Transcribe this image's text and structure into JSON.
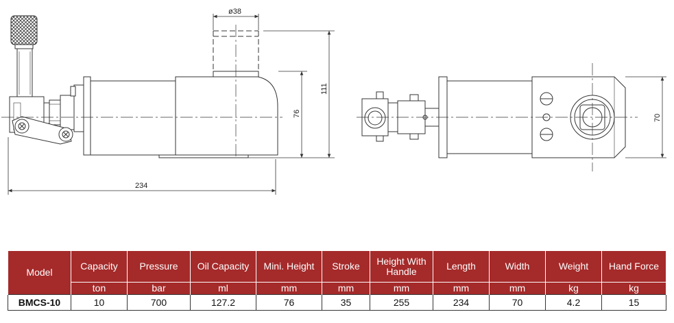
{
  "drawing": {
    "dim_bore": "ø38",
    "dim_max_height": "111",
    "dim_min_height": "76",
    "dim_length": "234",
    "dim_width": "70"
  },
  "table": {
    "headers": [
      "Model",
      "Capacity",
      "Pressure",
      "Oil Capacity",
      "Mini. Height",
      "Stroke",
      "Height With Handle",
      "Length",
      "Width",
      "Weight",
      "Hand Force"
    ],
    "units": [
      "ton",
      "bar",
      "ml",
      "mm",
      "mm",
      "mm",
      "mm",
      "mm",
      "kg",
      "kg"
    ],
    "rows": [
      [
        "BMCS-10",
        "10",
        "700",
        "127.2",
        "76",
        "35",
        "255",
        "234",
        "70",
        "4.2",
        "15"
      ]
    ]
  }
}
